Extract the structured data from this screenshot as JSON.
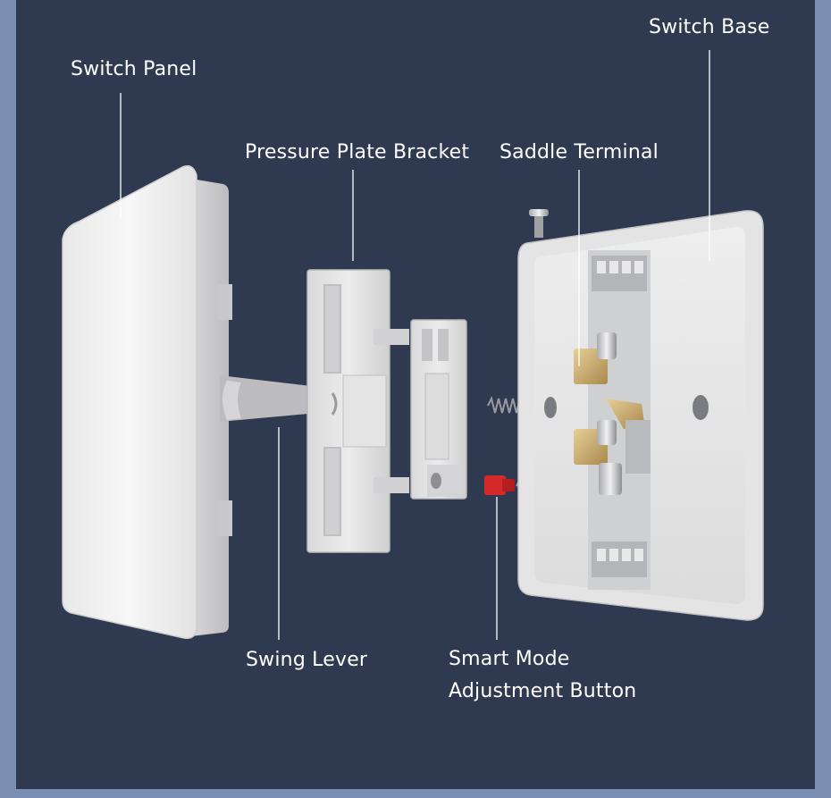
{
  "labels": {
    "switch_panel": "Switch Panel",
    "switch_base": "Switch Base",
    "pressure_plate_bracket": "Pressure Plate Bracket",
    "saddle_terminal": "Saddle Terminal",
    "swing_lever": "Swing Lever",
    "smart_mode_line1": "Smart Mode",
    "smart_mode_line2": "Adjustment Button"
  },
  "colors": {
    "background": "#2f3a50",
    "frame": "#7c8fb2",
    "label_text": "#ffffff",
    "leader_line": "#ffffff",
    "component_white": "#f2f2f2",
    "terminal_brass": "#c9a86a",
    "button_red": "#d42a2a"
  }
}
